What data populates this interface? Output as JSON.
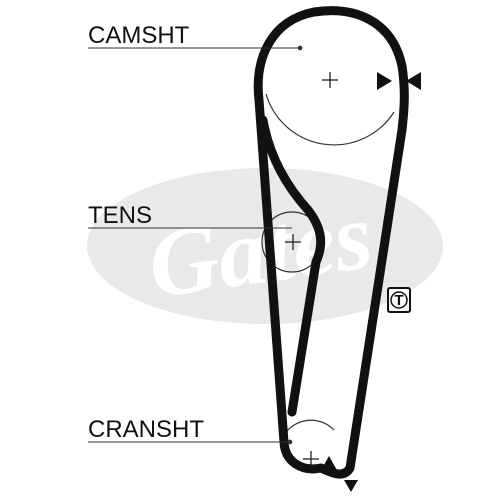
{
  "labels": {
    "camshaft": "CAMSHT",
    "tensioner": "TENS",
    "crankshaft": "CRANSHT"
  },
  "tension_marker": {
    "letter": "T"
  },
  "watermark": {
    "brand": "Gates",
    "color": "#e9e9e9"
  },
  "colors": {
    "belt": "#111111",
    "pulley": "#333333",
    "background": "#ffffff"
  },
  "icons": {
    "camshaft_timing_marks": "bowtie-triangles-icon",
    "tension_indicator": "tension-check-icon",
    "crankshaft_timing_mark": "triangle-icon"
  }
}
